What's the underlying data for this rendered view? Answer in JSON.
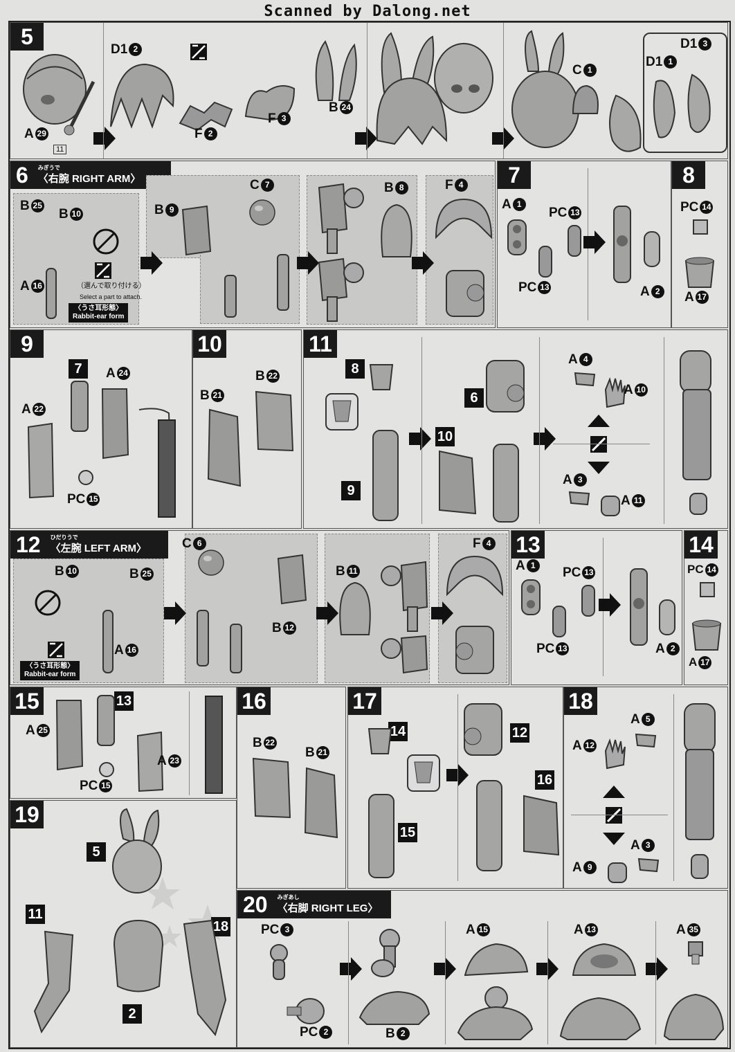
{
  "watermark": "Scanned by Dalong.net",
  "steps": {
    "s5": {
      "num": "5",
      "labels": {
        "a29": "A",
        "d1_2": "D1",
        "f2": "F",
        "f3": "F",
        "b24": "B",
        "c1": "C",
        "d1_1": "D1",
        "d1_3": "D1"
      },
      "circ": {
        "a29": "29",
        "d1_2": "2",
        "f2": "2",
        "f3": "3",
        "b24": "24",
        "c1": "1",
        "d1_1": "1",
        "d1_3": "3"
      },
      "note": "11"
    },
    "s6": {
      "num": "6",
      "ruby": "みぎうで",
      "title": "〈右腕 RIGHT ARM〉",
      "labels": {
        "b25": "B",
        "b10": "B",
        "a16": "A",
        "b9": "B",
        "c7": "C",
        "b8": "B",
        "f4": "F"
      },
      "circ": {
        "b25": "25",
        "b10": "10",
        "a16": "16",
        "b9": "9",
        "c7": "7",
        "b8": "8",
        "f4": "4"
      },
      "note_jp": "（選んで取り付ける）",
      "note_en": "Select a part to attach.",
      "form_jp": "〈うさ耳形態〉",
      "form_en": "Rabbit-ear form"
    },
    "s7": {
      "num": "7",
      "labels": {
        "a1": "A",
        "pc13a": "PC",
        "pc13b": "PC",
        "a2": "A"
      },
      "circ": {
        "a1": "1",
        "pc13a": "13",
        "pc13b": "13",
        "a2": "2"
      }
    },
    "s8": {
      "num": "8",
      "labels": {
        "pc14": "PC",
        "a17": "A"
      },
      "circ": {
        "pc14": "14",
        "a17": "17"
      }
    },
    "s9": {
      "num": "9",
      "labels": {
        "a24": "A",
        "a22": "A",
        "pc15": "PC"
      },
      "circ": {
        "a24": "24",
        "a22": "22",
        "pc15": "15"
      },
      "ref": "7"
    },
    "s10": {
      "num": "10",
      "labels": {
        "b21": "B",
        "b22": "B"
      },
      "circ": {
        "b21": "21",
        "b22": "22"
      }
    },
    "s11": {
      "num": "11",
      "refs": {
        "r8": "8",
        "r9": "9",
        "r10": "10",
        "r6": "6"
      },
      "labels": {
        "a4": "A",
        "a10": "A",
        "a3": "A",
        "a11": "A"
      },
      "circ": {
        "a4": "4",
        "a10": "10",
        "a3": "3",
        "a11": "11"
      }
    },
    "s12": {
      "num": "12",
      "ruby": "ひだりうで",
      "title": "〈左腕 LEFT ARM〉",
      "labels": {
        "b10": "B",
        "b25": "B",
        "a16": "A",
        "c6": "C",
        "b12": "B",
        "b11": "B",
        "f4": "F"
      },
      "circ": {
        "b10": "10",
        "b25": "25",
        "a16": "16",
        "c6": "6",
        "b12": "12",
        "b11": "11",
        "f4": "4"
      },
      "form_jp": "〈うさ耳形態〉",
      "form_en": "Rabbit-ear form"
    },
    "s13": {
      "num": "13",
      "labels": {
        "a1": "A",
        "pc13a": "PC",
        "pc13b": "PC",
        "a2": "A"
      },
      "circ": {
        "a1": "1",
        "pc13a": "13",
        "pc13b": "13",
        "a2": "2"
      }
    },
    "s14": {
      "num": "14",
      "labels": {
        "pc14": "PC",
        "a17": "A"
      },
      "circ": {
        "pc14": "14",
        "a17": "17"
      }
    },
    "s15": {
      "num": "15",
      "labels": {
        "a25": "A",
        "a23": "A",
        "pc15": "PC"
      },
      "circ": {
        "a25": "25",
        "a23": "23",
        "pc15": "15"
      },
      "ref": "13"
    },
    "s16": {
      "num": "16",
      "labels": {
        "b22": "B",
        "b21": "B"
      },
      "circ": {
        "b22": "22",
        "b21": "21"
      }
    },
    "s17": {
      "num": "17",
      "refs": {
        "r14": "14",
        "r15": "15",
        "r12": "12",
        "r16": "16"
      }
    },
    "s18": {
      "num": "18",
      "labels": {
        "a5": "A",
        "a12": "A",
        "a3": "A",
        "a9": "A"
      },
      "circ": {
        "a5": "5",
        "a12": "12",
        "a3": "3",
        "a9": "9"
      }
    },
    "s19": {
      "num": "19",
      "refs": {
        "r5": "5",
        "r11": "11",
        "r18": "18",
        "r2": "2"
      }
    },
    "s20": {
      "num": "20",
      "ruby": "みぎあし",
      "title": "〈右脚 RIGHT LEG〉",
      "labels": {
        "pc3": "PC",
        "pc2": "PC",
        "b2": "B",
        "a15": "A",
        "a13": "A",
        "a35": "A"
      },
      "circ": {
        "pc3": "3",
        "pc2": "2",
        "b2": "2",
        "a15": "15",
        "a13": "13",
        "a35": "35"
      }
    }
  },
  "colors": {
    "ink": "#111111",
    "paper": "#e3e3e1",
    "shade": "#c9c9c7"
  }
}
